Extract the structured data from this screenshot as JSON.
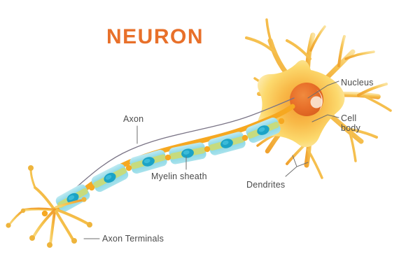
{
  "figure": {
    "title": "NEURON",
    "title_color": "#e8702a",
    "background": "#ffffff",
    "label_color": "#4a4a4a",
    "type": "biological-diagram",
    "subject": "neuron cell anatomy"
  },
  "labels": {
    "nucleus": "Nucleus",
    "cell_body_line1": "Cell",
    "cell_body_line2": "body",
    "dendrites": "Dendrites",
    "axon": "Axon",
    "myelin_sheath": "Myelin sheath",
    "axon_terminals": "Axon Terminals"
  },
  "palette": {
    "soma_outer": "#fbd96b",
    "soma_mid": "#f7b847",
    "soma_inner": "#f0952f",
    "nucleus": "#e8702a",
    "nucleus_highlight": "#fdf0e2",
    "dendrite": "#f4b73f",
    "dendrite_tip": "#e9a52f",
    "myelin": "#7fd4e3",
    "myelin_light": "#b8e7ef",
    "myelin_core": "#cddb72",
    "schwann_nucleus": "#1ba3c6",
    "node_of_ranvier": "#f6a821",
    "axon_line": "#7a7486",
    "terminal": "#f3bb45",
    "leader_line": "#6e6e6e"
  },
  "parts": [
    {
      "name": "nucleus",
      "label": "Nucleus",
      "region": "soma-center"
    },
    {
      "name": "cell-body",
      "label": "Cell body",
      "region": "soma"
    },
    {
      "name": "dendrites",
      "label": "Dendrites",
      "region": "right"
    },
    {
      "name": "axon",
      "label": "Axon",
      "region": "center"
    },
    {
      "name": "myelin-sheath",
      "label": "Myelin sheath",
      "region": "center"
    },
    {
      "name": "axon-terminals",
      "label": "Axon Terminals",
      "region": "lower-left"
    }
  ],
  "myelin_segment_count": 6
}
